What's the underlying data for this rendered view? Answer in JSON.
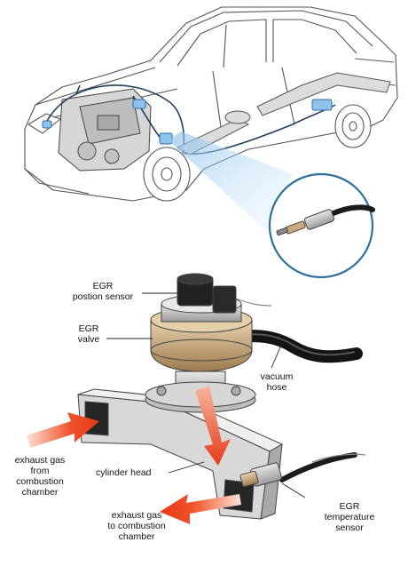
{
  "labels": {
    "egr_position_sensor": [
      "EGR",
      "postion sensor"
    ],
    "egr_valve": [
      "EGR",
      "valve"
    ],
    "vacuum_hose": [
      "vacuum",
      "hose"
    ],
    "exhaust_in": [
      "exhaust gas",
      "from",
      "combustion",
      "chamber"
    ],
    "cylinder_head": [
      "cylinder head"
    ],
    "exhaust_out": [
      "exhaust gas",
      "to combustion",
      "chamber"
    ],
    "egr_temperature_sensor": [
      "EGR",
      "temperature",
      "sensor"
    ]
  },
  "colors": {
    "accent_blue": "#2b6f9e",
    "highlight_blue": "#8fc3ec",
    "arrow_orange": "#f0522a",
    "metal_gray": "#c8c8c8",
    "brass": "#c9a97a"
  }
}
